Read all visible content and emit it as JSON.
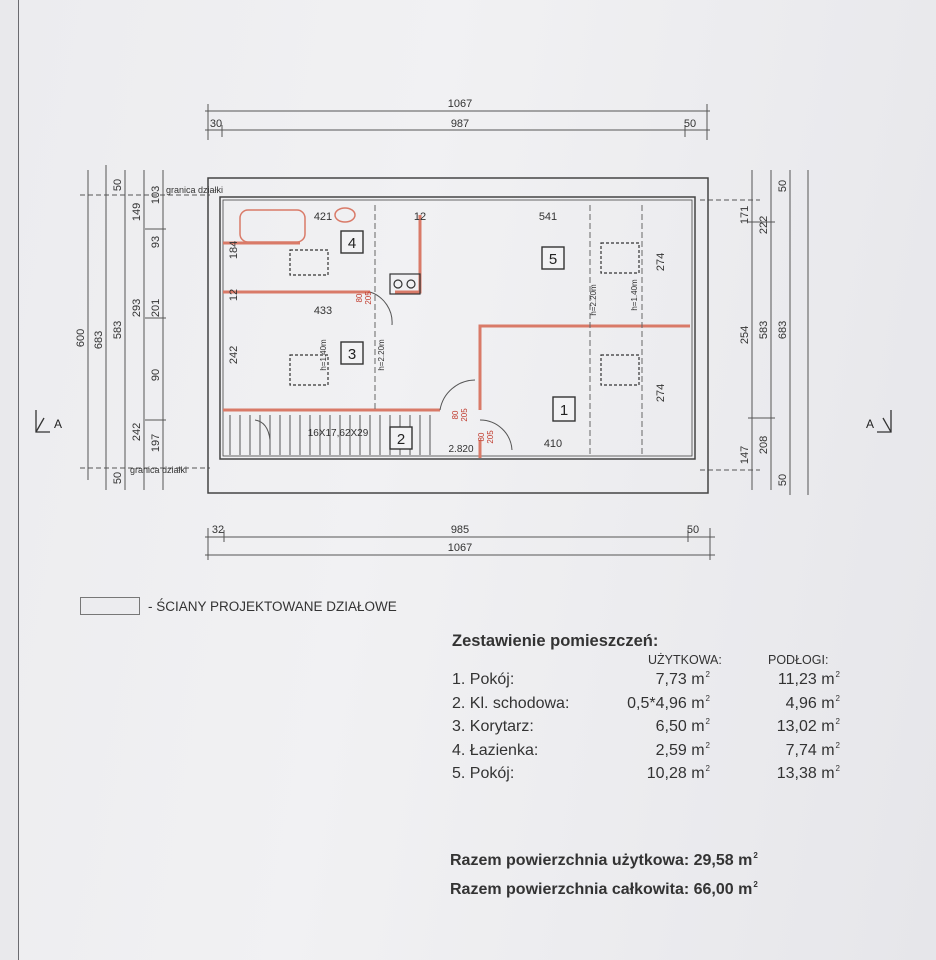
{
  "dimensions": {
    "top_overall": "1067",
    "top_left_offset": "30",
    "top_inner": "987",
    "top_right_offset": "50",
    "bottom_left_offset": "32",
    "bottom_inner": "985",
    "bottom_right_offset": "50",
    "bottom_overall": "1067",
    "left_chain_1": [
      "600"
    ],
    "left_chain_2": [
      "683"
    ],
    "left_chain_3": [
      "50",
      "583",
      "50"
    ],
    "left_chain_4": [
      "149",
      "293",
      "242"
    ],
    "left_chain_5": [
      "103",
      "93",
      "201",
      "90",
      "197"
    ],
    "right_chain_1": [
      "171",
      "254",
      "147"
    ],
    "right_chain_2": [
      "222",
      "583",
      "208"
    ],
    "right_chain_3": [
      "50",
      "683",
      "50"
    ],
    "interior": {
      "d421": "421",
      "d12a": "12",
      "d541": "541",
      "d184": "184",
      "d12b": "12",
      "d433": "433",
      "d242": "242",
      "d274a": "274",
      "d274b": "274",
      "d410": "410",
      "d2820": "2.820"
    }
  },
  "labels": {
    "boundary_top": "granica działki",
    "boundary_bottom": "granica działki",
    "section_left": "A",
    "section_right": "A",
    "stairs": "16X17,62X29",
    "door_top": "80",
    "door_bottom": "205",
    "door2_top": "80",
    "door2_bottom": "205",
    "door3_top": "80",
    "door3_bottom": "205",
    "h220_a": "h=2.20m",
    "h220_b": "h=2.20m",
    "h140_a": "h=1.40m",
    "h140_b": "h=1.40m"
  },
  "rooms": [
    "1",
    "2",
    "3",
    "4",
    "5"
  ],
  "legend": {
    "text": "- ŚCIANY PROJEKTOWANE DZIAŁOWE"
  },
  "summary": {
    "heading": "Zestawienie pomieszczeń:",
    "col_util": "UŻYTKOWA:",
    "col_floor": "PODŁOGI:",
    "rows": [
      {
        "name": "1. Pokój:",
        "util": "7,73 m",
        "floor": "11,23 m"
      },
      {
        "name": "2. Kl. schodowa:",
        "util": "0,5*4,96 m",
        "floor": "4,96 m"
      },
      {
        "name": "3. Korytarz:",
        "util": "6,50 m",
        "floor": "13,02 m"
      },
      {
        "name": "4. Łazienka:",
        "util": "2,59 m",
        "floor": "7,74 m"
      },
      {
        "name": "5. Pokój:",
        "util": "10,28 m",
        "floor": "13,38 m"
      }
    ],
    "unit_sup": "2",
    "total_util": "Razem powierzchnia użytkowa: 29,58 m",
    "total_all": "Razem powierzchnia całkowita: 66,00 m"
  },
  "colors": {
    "line": "#555555",
    "partition": "#e08070",
    "paper": "#ececef"
  }
}
